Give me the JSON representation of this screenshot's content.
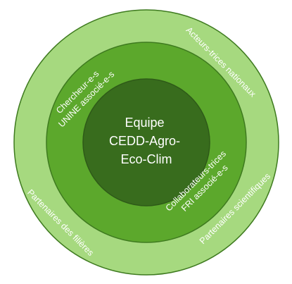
{
  "diagram": {
    "core": {
      "lines": [
        "Equipe",
        "CEDD-Agro-",
        "Eco-Clim"
      ]
    },
    "middle_ring": {
      "top_left": [
        "Chercheur-e-s",
        "UNINE associé-e-s"
      ],
      "bottom_right": [
        "Collaborateurs-trices",
        "FRI associé-e-s"
      ]
    },
    "outer_ring": {
      "top_right": "Acteurs-trices nationaux",
      "bottom_left": "Partenaires des filières",
      "bottom_right": "Partenaires scientifiques"
    }
  },
  "colors": {
    "outer": "#a6d97f",
    "middle": "#5ca82c",
    "core": "#386c1d",
    "stroke": "#3e7a1f",
    "text": "#ffffff"
  }
}
